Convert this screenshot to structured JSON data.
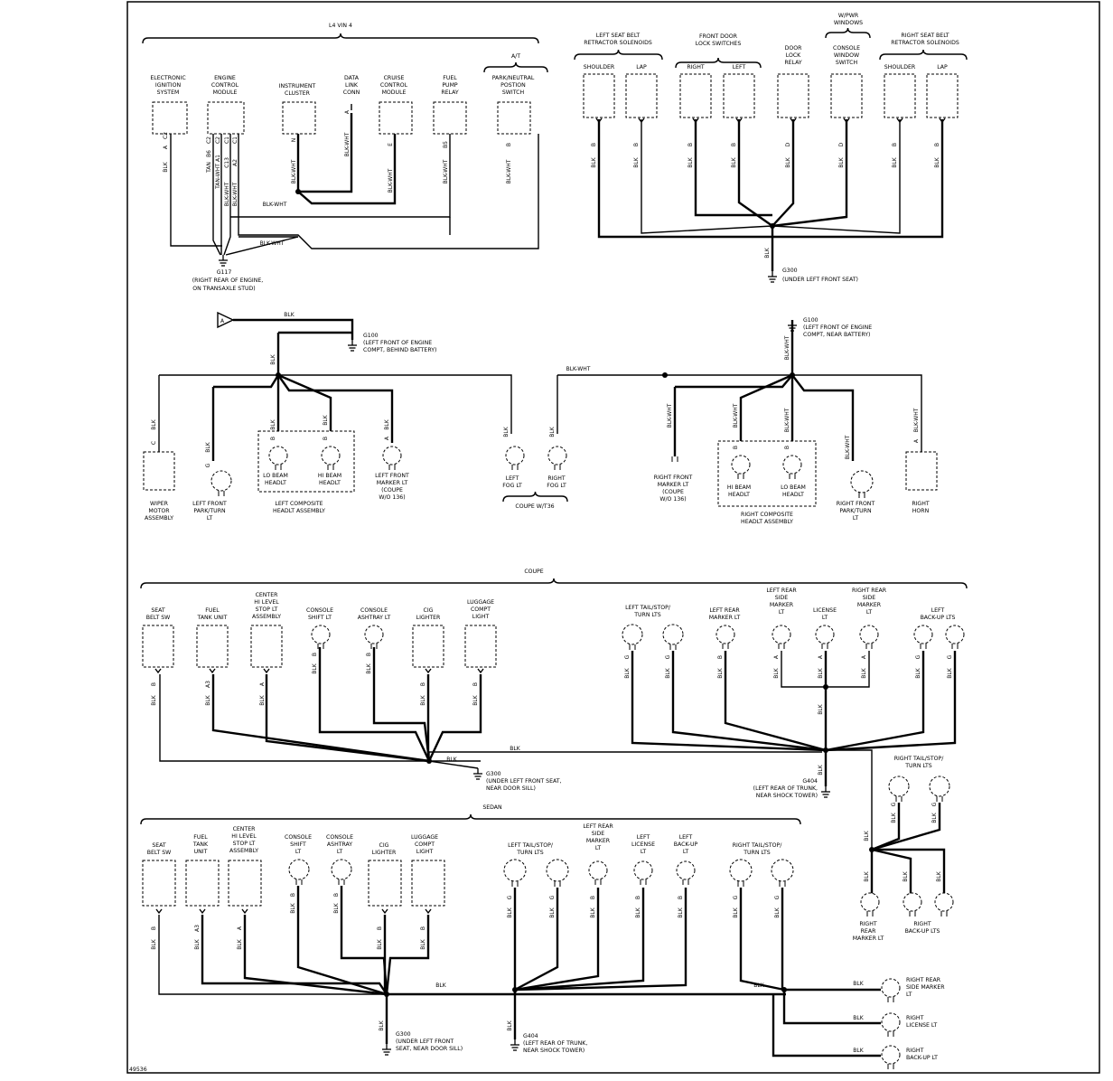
{
  "section1": {
    "engine_title": "L4 VIN 4",
    "at_label": "A/T",
    "rear_ground_label_1": "G117",
    "rear_ground_label_2": "(RIGHT REAR OF ENGINE,",
    "rear_ground_label_3": "ON TRANSAXLE STUD)",
    "components": {
      "eis": [
        "ELECTRONIC",
        "IGNITION",
        "SYSTEM"
      ],
      "ecm": [
        "ENGINE",
        "CONTROL",
        "MODULE"
      ],
      "ic": [
        "INSTRUMENT",
        "CLUSTER"
      ],
      "dlc": [
        "DATA",
        "LINK",
        "CONN"
      ],
      "ccm": [
        "CRUISE",
        "CONTROL",
        "MODULE"
      ],
      "fpr": [
        "FUEL",
        "PUMP",
        "RELAY"
      ],
      "pnp": [
        "PARK/NEUTRAL",
        "POSTION",
        "SWITCH"
      ]
    },
    "wires": {
      "eis": [
        "BLK",
        "A",
        "C2"
      ],
      "ecm1": [
        "TAN",
        "B6",
        "C2"
      ],
      "ecm2": [
        "TAN-WHT",
        "A1",
        "C2"
      ],
      "ecm3": [
        "BLK-WHT",
        "C13",
        "C1"
      ],
      "ecm4": [
        "BLK-WHT",
        "A2",
        "C1"
      ],
      "ic": [
        "BLK-WHT",
        "N"
      ],
      "dlc": [
        "BLK-WHT",
        "A"
      ],
      "ccm": [
        "BLK-WHT",
        "E"
      ],
      "fpr": [
        "BLK-WHT",
        "B5"
      ],
      "pnp": [
        "BLK-WHT",
        "B"
      ],
      "mid": "BLK-WHT",
      "bottom": "BLK-WHT"
    }
  },
  "section2": {
    "title_left_belt": [
      "LEFT SEAT BELT",
      "RETRACTOR SOLENOIDS"
    ],
    "title_front_door": [
      "FRONT DOOR",
      "LOCK SWITCHES"
    ],
    "title_pwr": [
      "W/PWR",
      "WINDOWS"
    ],
    "title_right_belt": [
      "RIGHT SEAT BELT",
      "RETRACTOR SOLENOIDS"
    ],
    "comps": {
      "l_shoulder": "SHOULDER",
      "l_lap": "LAP",
      "right": "RIGHT",
      "left": "LEFT",
      "relay": [
        "DOOR",
        "LOCK",
        "RELAY"
      ],
      "console": [
        "CONSOLE",
        "WINDOW",
        "SWITCH"
      ],
      "r_shoulder": "SHOULDER",
      "r_lap": "LAP"
    },
    "wire_blk": "BLK",
    "pin_b": "B",
    "pin_d": "D",
    "ground": [
      "G300",
      "(UNDER LEFT FRONT SEAT)"
    ]
  },
  "section3": {
    "a_flag": "A",
    "blk": "BLK",
    "blkwht": "BLK-WHT",
    "g100_left": [
      "G100",
      "(LEFT FRONT OF ENGINE",
      "COMPT, BEHIND BATTERY)"
    ],
    "g100_right": [
      "G100",
      "(LEFT FRONT OF ENGINE",
      "COMPT, NEAR BATTERY)"
    ],
    "wiper": [
      "WIPER",
      "MOTOR",
      "ASSEMBLY"
    ],
    "lf_park": [
      "LEFT FRONT",
      "PARK/TURN",
      "LT"
    ],
    "lo_beam": [
      "LO BEAM",
      "HEADLT"
    ],
    "hi_beam": [
      "HI BEAM",
      "HEADLT"
    ],
    "left_comp": "LEFT COMPOSITE",
    "left_comp2": "HEADLT ASSEMBLY",
    "lf_marker": [
      "LEFT FRONT",
      "MARKER LT",
      "(COUPE",
      "W/O 136)"
    ],
    "left_fog": [
      "LEFT",
      "FOG LT"
    ],
    "right_fog": [
      "RIGHT",
      "FOG LT"
    ],
    "coupe_t36": "COUPE W/T36",
    "rf_marker": [
      "RIGHT FRONT",
      "MARKER LT",
      "(COUPE",
      "W/O 136)"
    ],
    "r_hi_beam": [
      "HI BEAM",
      "HEADLT"
    ],
    "r_lo_beam": [
      "LO BEAM",
      "HEADLT"
    ],
    "right_comp": "RIGHT COMPOSITE",
    "right_comp2": "HEADLT ASSEMBLY",
    "rf_park": [
      "RIGHT FRONT",
      "PARK/TURN",
      "LT"
    ],
    "horn": [
      "RIGHT",
      "HORN"
    ],
    "pins": {
      "c": "C",
      "g": "G",
      "b": "B",
      "a": "A"
    }
  },
  "coupe": {
    "title": "COUPE",
    "seat_belt": [
      "SEAT",
      "BELT SW"
    ],
    "fuel_tank": [
      "FUEL",
      "TANK UNIT"
    ],
    "chmsl": [
      "CENTER",
      "HI LEVEL",
      "STOP LT",
      "ASSEMBLY"
    ],
    "console_shift": [
      "CONSOLE",
      "SHIFT LT"
    ],
    "console_ash": [
      "CONSOLE",
      "ASHTRAY LT"
    ],
    "cig": [
      "CIG",
      "LIGHTER"
    ],
    "luggage": [
      "LUGGAGE",
      "COMPT",
      "LIGHT"
    ],
    "l_tail": [
      "LEFT TAIL/STOP/",
      "TURN LTS"
    ],
    "lr_marker": [
      "LEFT REAR",
      "MARKER LT"
    ],
    "lr_side": [
      "LEFT REAR",
      "SIDE",
      "MARKER",
      "LT"
    ],
    "license": [
      "LICENSE",
      "LT"
    ],
    "rr_side": [
      "RIGHT REAR",
      "SIDE",
      "MARKER",
      "LT"
    ],
    "l_backup": [
      "LEFT",
      "BACK-UP LTS"
    ],
    "r_tail": [
      "RIGHT TAIL/STOP/",
      "TURN LTS"
    ],
    "r_rear_marker": [
      "RIGHT",
      "REAR",
      "MARKER LT"
    ],
    "r_backup": [
      "RIGHT",
      "BACK-UP LTS"
    ],
    "g300": [
      "G300",
      "(UNDER LEFT FRONT SEAT,",
      "NEAR DOOR SILL)"
    ],
    "g404": [
      "G404",
      "(LEFT REAR OF TRUNK,",
      "NEAR SHOCK TOWER)"
    ],
    "blk": "BLK",
    "pins": {
      "b": "B",
      "a3": "A3",
      "a": "A",
      "g": "G"
    }
  },
  "sedan": {
    "title": "SEDAN",
    "seat_belt": [
      "SEAT",
      "BELT SW"
    ],
    "fuel_tank": [
      "FUEL",
      "TANK",
      "UNIT"
    ],
    "chmsl": [
      "CENTER",
      "HI LEVEL",
      "STOP LT",
      "ASSEMBLY"
    ],
    "console_shift": [
      "CONSOLE",
      "SHIFT",
      "LT"
    ],
    "console_ash": [
      "CONSOLE",
      "ASHTRAY",
      "LT"
    ],
    "cig": [
      "CIG",
      "LIGHTER"
    ],
    "luggage": [
      "LUGGAGE",
      "COMPT",
      "LIGHT"
    ],
    "l_tail": [
      "LEFT TAIL/STOP/",
      "TURN LTS"
    ],
    "lr_side": [
      "LEFT REAR",
      "SIDE",
      "MARKER",
      "LT"
    ],
    "l_license": [
      "LEFT",
      "LICENSE",
      "LT"
    ],
    "l_backup": [
      "LEFT",
      "BACK-UP",
      "LT"
    ],
    "r_tail": [
      "RIGHT TAIL/STOP/",
      "TURN LTS"
    ],
    "rr_side": [
      "RIGHT REAR",
      "SIDE MARKER",
      "LT"
    ],
    "r_license": [
      "RIGHT",
      "LICENSE LT"
    ],
    "r_backup": [
      "RIGHT",
      "BACK-UP LT"
    ],
    "g300": [
      "G300",
      "(UNDER LEFT FRONT",
      "SEAT, NEAR DOOR SILL)"
    ],
    "g404": [
      "G404",
      "(LEFT REAR OF TRUNK,",
      "NEAR SHOCK TOWER)"
    ],
    "blk": "BLK",
    "pins": {
      "b": "B",
      "a3": "A3",
      "a": "A",
      "g": "G"
    }
  },
  "footer_code": "49536"
}
